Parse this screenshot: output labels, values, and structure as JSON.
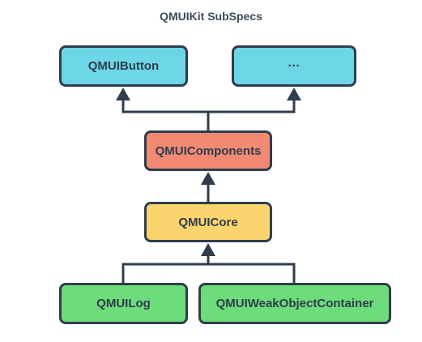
{
  "title": "QMUIKit SubSpecs",
  "nodes": {
    "button": "QMUIButton",
    "more": "···",
    "components": "QMUIComponents",
    "core": "QMUICore",
    "log": "QMUILog",
    "weak": "QMUIWeakObjectContainer"
  },
  "colors": {
    "outline": "#2f3d4d",
    "blue": "#6dd6e6",
    "red": "#f28a73",
    "yellow": "#fbd46d",
    "green": "#6ddc7a"
  },
  "edges": [
    {
      "from": "components",
      "to": "button"
    },
    {
      "from": "components",
      "to": "more"
    },
    {
      "from": "core",
      "to": "components"
    },
    {
      "from": "log",
      "to": "core"
    },
    {
      "from": "weak",
      "to": "core"
    }
  ]
}
